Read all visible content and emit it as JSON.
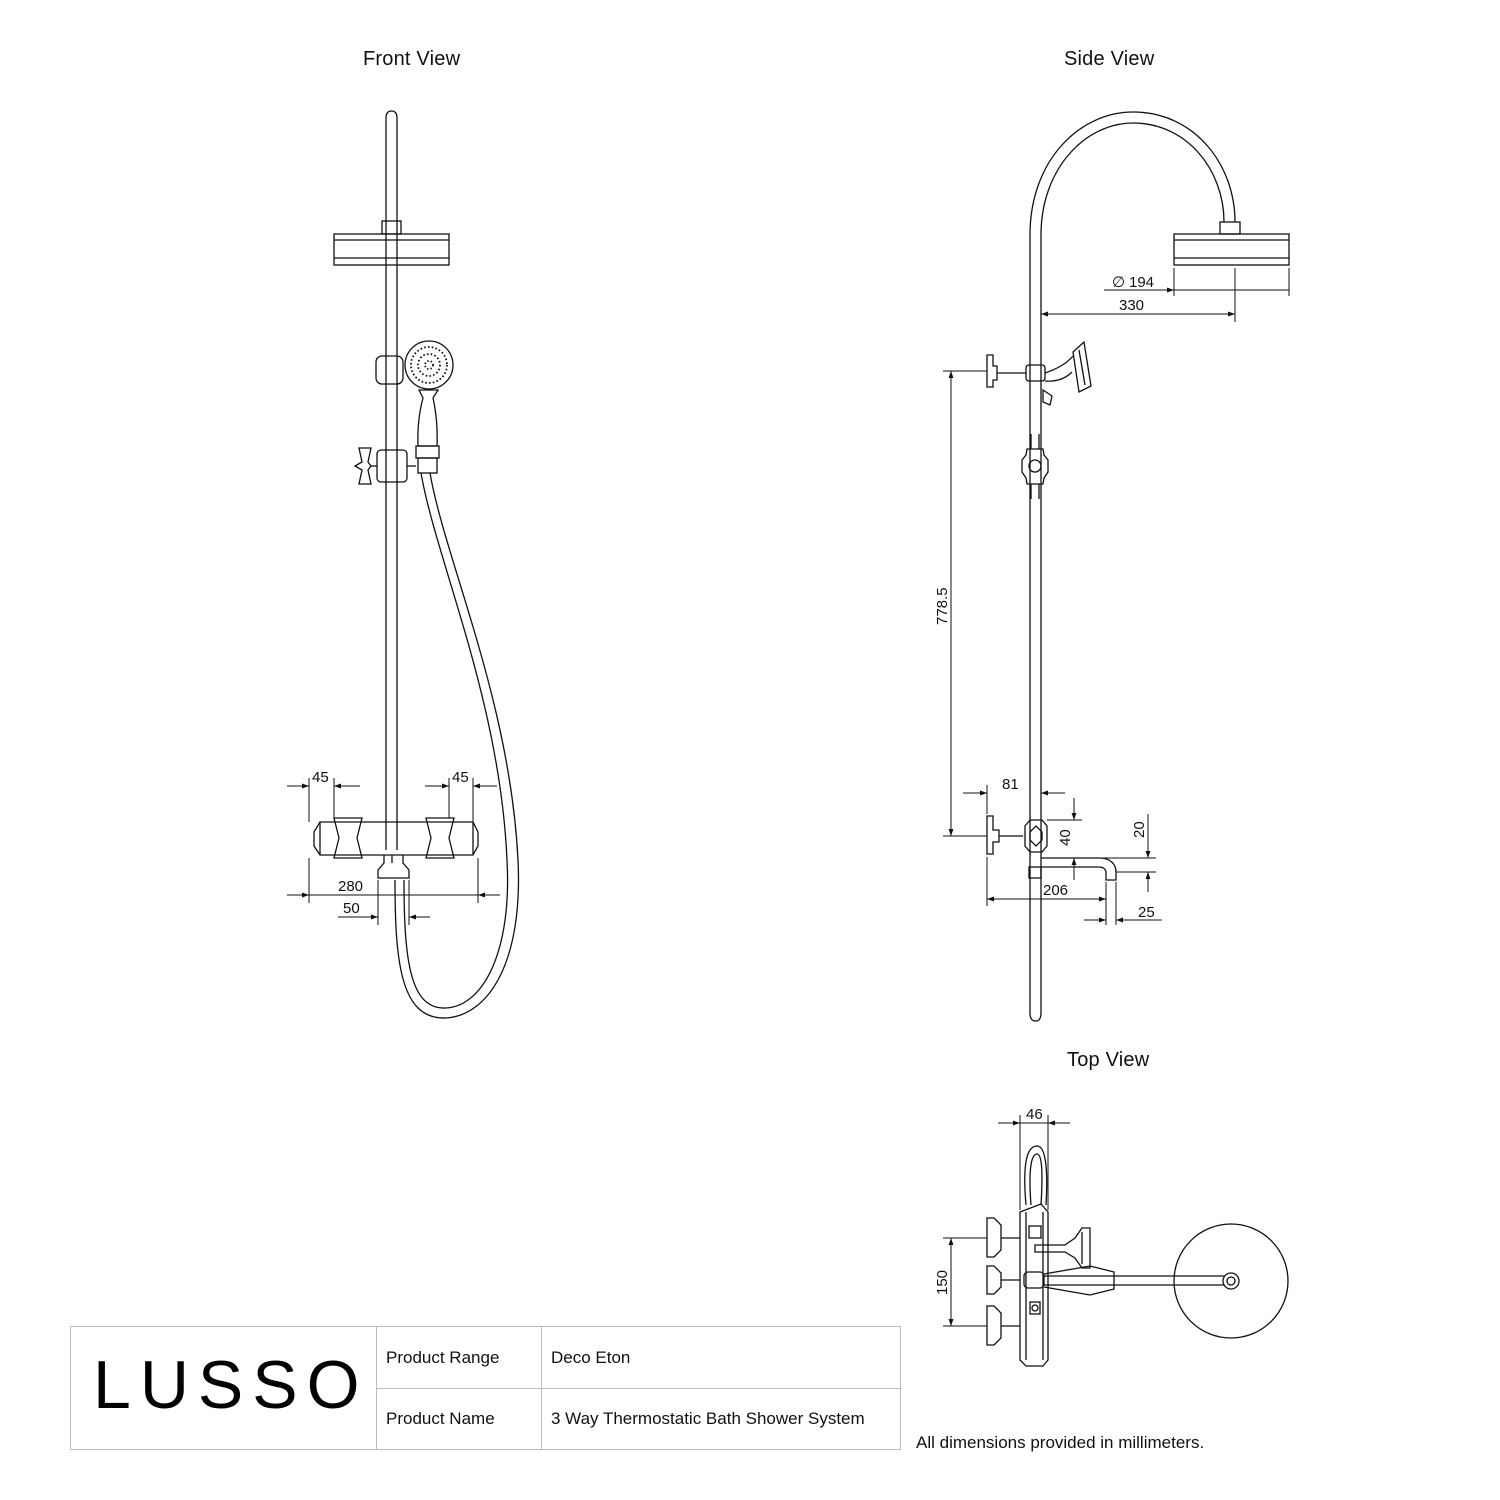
{
  "views": {
    "front": "Front View",
    "side": "Side View",
    "top": "Top View"
  },
  "dimensions": {
    "front": {
      "left_offset": "45",
      "right_offset": "45",
      "total_width": "280",
      "spout_width": "50"
    },
    "side": {
      "head_diameter": "194",
      "arm_projection": "330",
      "rail_height": "778.5",
      "valve_depth": "81",
      "valve_height": "40",
      "spout_drop": "20",
      "spout_reach": "206",
      "spout_tip": "25"
    },
    "top": {
      "rail_depth": "46",
      "handle_spacing": "150"
    }
  },
  "diameter_symbol": "∅",
  "brand": "LUSSO",
  "product": {
    "range_label": "Product Range",
    "range_value": "Deco Eton",
    "name_label": "Product Name",
    "name_value": "3 Way Thermostatic Bath Shower System"
  },
  "note": "All dimensions provided in millimeters."
}
